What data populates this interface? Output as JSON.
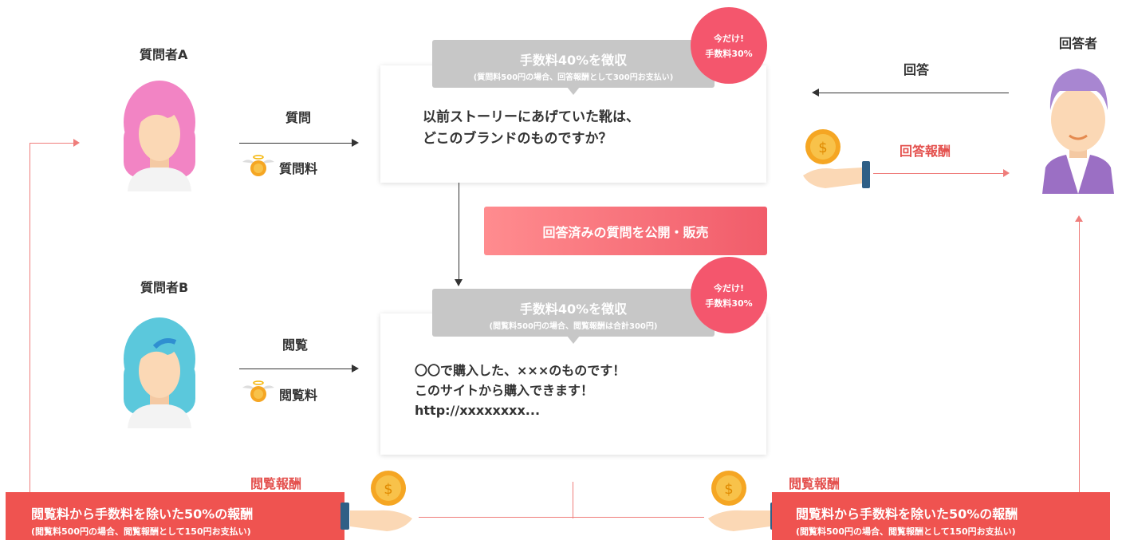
{
  "questioner_a": {
    "name": "質問者A"
  },
  "questioner_b": {
    "name": "質問者B"
  },
  "answerer": {
    "name": "回答者"
  },
  "flow_question": {
    "label": "質問",
    "fee_label": "質問料"
  },
  "flow_view": {
    "label": "閲覧",
    "fee_label": "閲覧料"
  },
  "flow_answer": {
    "label": "回答",
    "reward_label": "回答報酬"
  },
  "card_question": {
    "fee_title": "手数料40%を徴収",
    "fee_sub": "(質問料500円の場合、回答報酬として300円お支払い)",
    "badge_line1": "今だけ!",
    "badge_line2": "手数料30%",
    "text_line1": "以前ストーリーにあげていた靴は、",
    "text_line2": "どこのブランドのものですか？"
  },
  "publish_banner": {
    "label": "回答済みの質問を公開・販売"
  },
  "card_answer": {
    "fee_title": "手数料40%を徴収",
    "fee_sub": "(閲覧料500円の場合、閲覧報酬は合計300円)",
    "badge_line1": "今だけ!",
    "badge_line2": "手数料30%",
    "text_line1": "〇〇で購入した、×××のものです！",
    "text_line2": "このサイトから購入できます！",
    "text_line3": "http://xxxxxxxx..."
  },
  "reward_left": {
    "heading": "閲覧報酬",
    "main": "閲覧料から手数料を除いた50%の報酬",
    "sub": "(閲覧料500円の場合、閲覧報酬として150円お支払い)"
  },
  "reward_right": {
    "heading": "閲覧報酬",
    "main": "閲覧料から手数料を除いた50%の報酬",
    "sub": "(閲覧料500円の場合、閲覧報酬として150円お支払い)"
  },
  "colors": {
    "accent_red": "#ef5350",
    "badge_pink": "#f4566d",
    "bubble_gray": "#c7c7c7"
  },
  "icons": [
    "avatar-pink-woman",
    "avatar-cyan-woman",
    "avatar-purple-man",
    "winged-coin-icon",
    "hand-coin-icon"
  ]
}
